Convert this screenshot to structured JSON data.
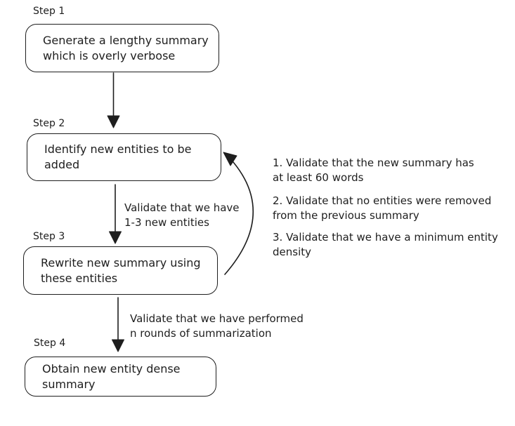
{
  "colors": {
    "background": "#ffffff",
    "stroke": "#1e1e1e",
    "text": "#1e1e1e"
  },
  "steps": [
    {
      "label": "Step 1",
      "lines": [
        "Generate a lengthy summary",
        "which is overly verbose"
      ]
    },
    {
      "label": "Step 2",
      "lines": [
        "Identify new entities to be",
        "added"
      ]
    },
    {
      "label": "Step 3",
      "lines": [
        "Rewrite new summary using",
        "these entities"
      ]
    },
    {
      "label": "Step 4",
      "lines": [
        "Obtain new entity dense",
        "summary"
      ]
    }
  ],
  "edge_labels": [
    {
      "lines": [
        "Validate that we have",
        "1-3 new entities"
      ]
    },
    {
      "lines": [
        "Validate that we have performed",
        "n rounds of summarization"
      ]
    }
  ],
  "side_notes": [
    {
      "lines": [
        "1. Validate that the new summary has",
        "at least 60 words"
      ]
    },
    {
      "lines": [
        "2. Validate that no entities were removed",
        "from the previous summary"
      ]
    },
    {
      "lines": [
        "3. Validate that we have a minimum entity",
        "density"
      ]
    }
  ]
}
